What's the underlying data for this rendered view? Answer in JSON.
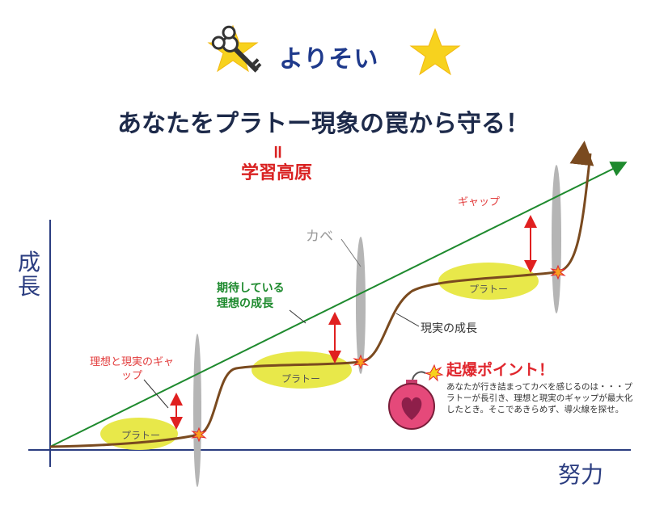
{
  "header": {
    "brand": "よりそい",
    "headline": "あなたをプラトー現象の罠から守る！",
    "equals": "॥",
    "alt_name": "学習高原"
  },
  "axes": {
    "y_label": "成長",
    "x_label": "努力"
  },
  "labels": {
    "plateau": "プラトー",
    "wall": "カベ",
    "gap_first": "理想と現実のギャップ",
    "gap_last": "ギャップ",
    "expected_line1": "期待している",
    "expected_line2": "理想の成長",
    "actual": "現実の成長"
  },
  "callout": {
    "title": "起爆ポイント！",
    "description": "あなたが行き詰まってカベを感じるのは・・・プラトーが長引き、理想と現実のギャップが最大化したとき。そこであきらめず、導火線を探せ。"
  },
  "colors": {
    "ideal_line": "#1e8a2e",
    "actual_line": "#7a4a1f",
    "plateau_fill": "#e8e84a",
    "wall_fill": "#b5b5b5",
    "gap_arrow": "#e02020",
    "axis": "#2b3d80",
    "bomb": "#e5497a"
  },
  "icons": [
    "star-icon",
    "key-icon",
    "bomb-icon",
    "spark-icon"
  ]
}
